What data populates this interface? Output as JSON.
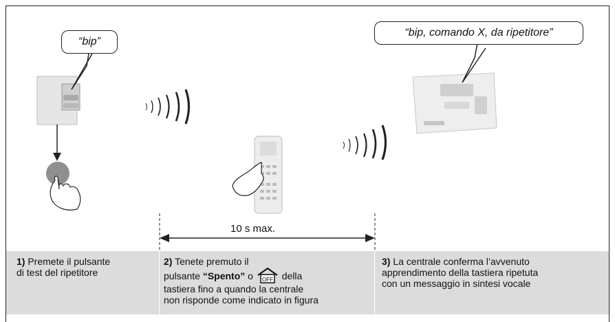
{
  "bubbles": {
    "left": "“bip”",
    "right": "“bip, comando X, da ripetitore”"
  },
  "measure": {
    "label": "10 s max."
  },
  "steps": [
    {
      "num": "1)",
      "line1": "Premete il pulsante",
      "line2": "di test del ripetitore"
    },
    {
      "num": "2)",
      "line1a": "Tenete premuto il",
      "line2a": "pulsante ",
      "strong": "“Spento”",
      "line2b": " o ",
      "line2c": " della",
      "line3": "tastiera fino a quando la centrale",
      "line4": "non risponde come indicato in figura"
    },
    {
      "num": "3)",
      "line1": "La centrale conferma l’avvenuto",
      "line2": "apprendimento della tastiera ripetuta",
      "line3": "con un messaggio in sintesi vocale"
    }
  ],
  "icons": [
    "repeater-device",
    "test-button",
    "hand-icon",
    "radio-waves-icon",
    "keypad-device",
    "control-panel-device",
    "off-house-icon"
  ]
}
